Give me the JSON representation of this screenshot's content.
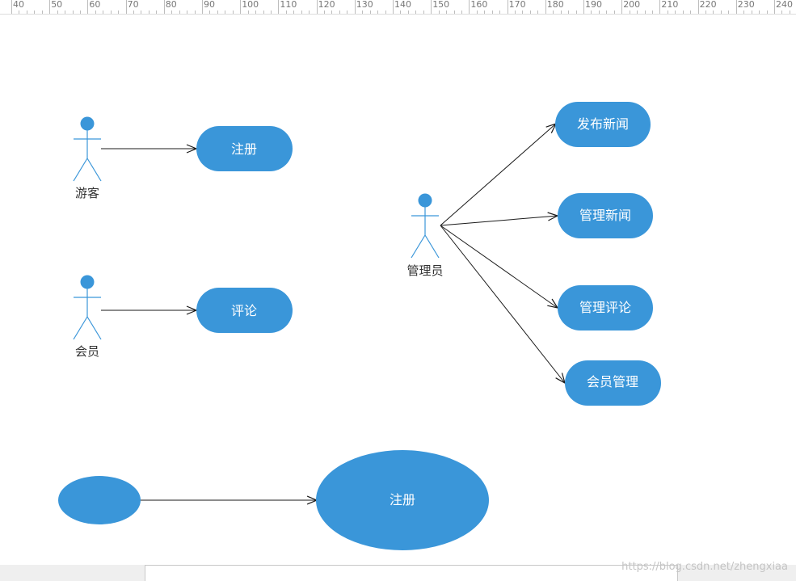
{
  "ruler": {
    "labels": [
      "40",
      "50",
      "60",
      "70",
      "80",
      "90",
      "100",
      "110",
      "120",
      "130",
      "140",
      "150",
      "160",
      "170",
      "180",
      "190",
      "200",
      "210",
      "220",
      "230",
      "240"
    ]
  },
  "actors": [
    {
      "id": "actor-guest",
      "label": "游客"
    },
    {
      "id": "actor-member",
      "label": "会员"
    },
    {
      "id": "actor-admin",
      "label": "管理员"
    }
  ],
  "use_cases": [
    {
      "id": "uc-register",
      "label": "注册"
    },
    {
      "id": "uc-comment",
      "label": "评论"
    },
    {
      "id": "uc-publish-news",
      "label": "发布新闻"
    },
    {
      "id": "uc-manage-news",
      "label": "管理新闻"
    },
    {
      "id": "uc-manage-comments",
      "label": "管理评论"
    },
    {
      "id": "uc-member-management",
      "label": "会员管理"
    },
    {
      "id": "uc-register-large",
      "label": "注册"
    }
  ],
  "colors": {
    "shape_fill": "#3a96d9",
    "actor_line": "#3a96d9",
    "connector": "#1a1a1a",
    "shape_text": "#ffffff"
  },
  "watermark": "https://blog.csdn.net/zhengxiaa"
}
